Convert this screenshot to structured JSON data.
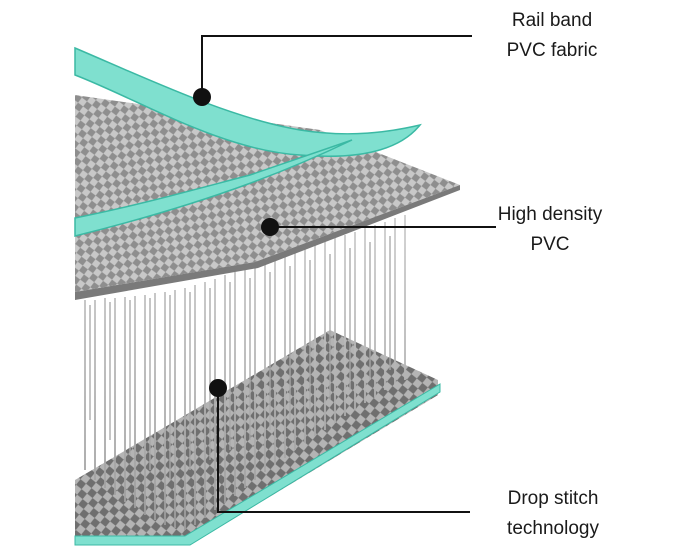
{
  "callouts": {
    "rail_band": {
      "line1": "Rail band",
      "line2": "PVC fabric"
    },
    "high_density": {
      "line1": "High density",
      "line2": "PVC"
    },
    "drop_stitch": {
      "line1": "Drop stitch",
      "line2": "technology"
    }
  },
  "colors": {
    "rail_band": "#7fe0cf",
    "rail_band_edge": "#3bb9a4",
    "top_sheet": "#9a9a9a",
    "bottom_sheet": "#7c7c7c",
    "fibers": "#b8b8b8",
    "leader_line": "#111111",
    "text": "#1a1a1a"
  }
}
